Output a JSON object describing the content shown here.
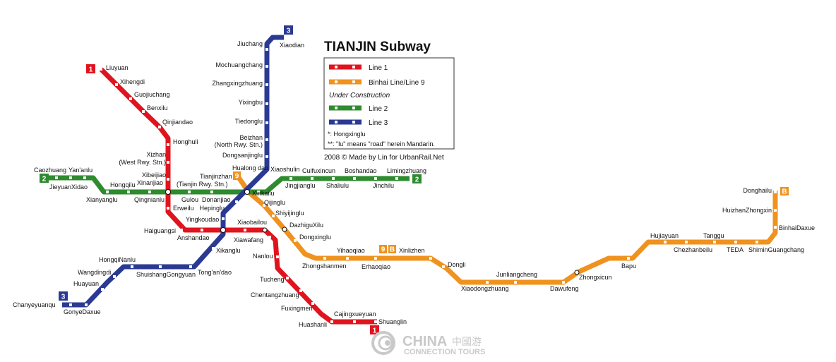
{
  "title": "TIANJIN Subway",
  "legend": {
    "line1": "Line 1",
    "line9": "Binhai Line/Line 9",
    "under_construction": "Under Construction",
    "line2": "Line 2",
    "line3": "Line 3",
    "note1": "*: Hongxinglu",
    "note2": "**: \"lu\" means \"road\" herein Mandarin.",
    "credit": "2008 © Made by Lin for UrbanRail.Net"
  },
  "colors": {
    "line1": "#e0141e",
    "line9": "#f0921e",
    "line2": "#2e8b2e",
    "line3": "#2a3a93",
    "watermark": "#c9c9c9"
  },
  "badges": {
    "line1": "1",
    "line2": "2",
    "line3": "3",
    "line9": "9",
    "binhai": "B"
  },
  "icons": {
    "interchange_marker": "double-circle-icon",
    "watermark_logo": "china-connection-tours-logo"
  },
  "watermark": {
    "brand": "CHINA",
    "chinese": "中國游",
    "subtitle": "CONNECTION TOURS"
  },
  "stations": {
    "line1": [
      "Liuyuan",
      "Xihengdi",
      "Guojiuchang",
      "Benxilu",
      "Qinjiandao",
      "Honghuli",
      "Xizhan",
      "(West Rwy. Stn.)",
      "Xibeijiao",
      "Xinanjiao",
      "Erweilu",
      "Haiguangsi",
      "Anshandao",
      "Yingkoudao",
      "Xiaobailou",
      "Xiawafang",
      "Nanlou",
      "Tucheng",
      "Chentangzhuang",
      "Fuxingmen",
      "Huashanli",
      "Cajingxueyuan",
      "Shuanglin"
    ],
    "line2": [
      "Caozhuang",
      "Yan'anlu",
      "JieyuanXidao",
      "Xianyanglu",
      "Hongqilu",
      "Qingnianlu",
      "Gulou",
      "Donanjiao",
      "Tianjinzhan",
      "(Tianjin Rwy. Stn.)",
      "Xiaoshulin",
      "Cuifuxincun",
      "Boshandao",
      "Limingzhuang",
      "Jingjianglu",
      "Shaliulu",
      "Jinchilu"
    ],
    "line3": [
      "Jiuchang",
      "Xiaodian",
      "Mochuangchang",
      "Zhangxingzhuang",
      "Yixingbu",
      "Tiedonglu",
      "Beizhan",
      "(North Rwy. Stn.)",
      "Dongsanjinglu",
      "Xinkailu",
      "Hepinglu",
      "Xikanglu",
      "Tong'an'dao",
      "ShuishangGongyuan",
      "HongqiNanlu",
      "Wangdingdi",
      "Huayuan",
      "Chanyeyuanqu",
      "GonyeDaxue"
    ],
    "line9": [
      "Hualong dao",
      "Qijinglu",
      "Shiyijinglu",
      "DazhiguXilu",
      "Dongxinglu",
      "Zhongshanmen",
      "Yihaoqiao",
      "Erhaoqiao",
      "Xinlizhen",
      "Dongli",
      "Xiaodongzhuang",
      "Junliangcheng",
      "Dawufeng",
      "Zhongxicun",
      "Bapu",
      "Hujiayuan",
      "Chezhanbeilu",
      "Tanggu",
      "TEDA",
      "ShiminGuangchang",
      "BinhaiDaxue",
      "HuizhanZhongxin",
      "Donghailu"
    ]
  }
}
